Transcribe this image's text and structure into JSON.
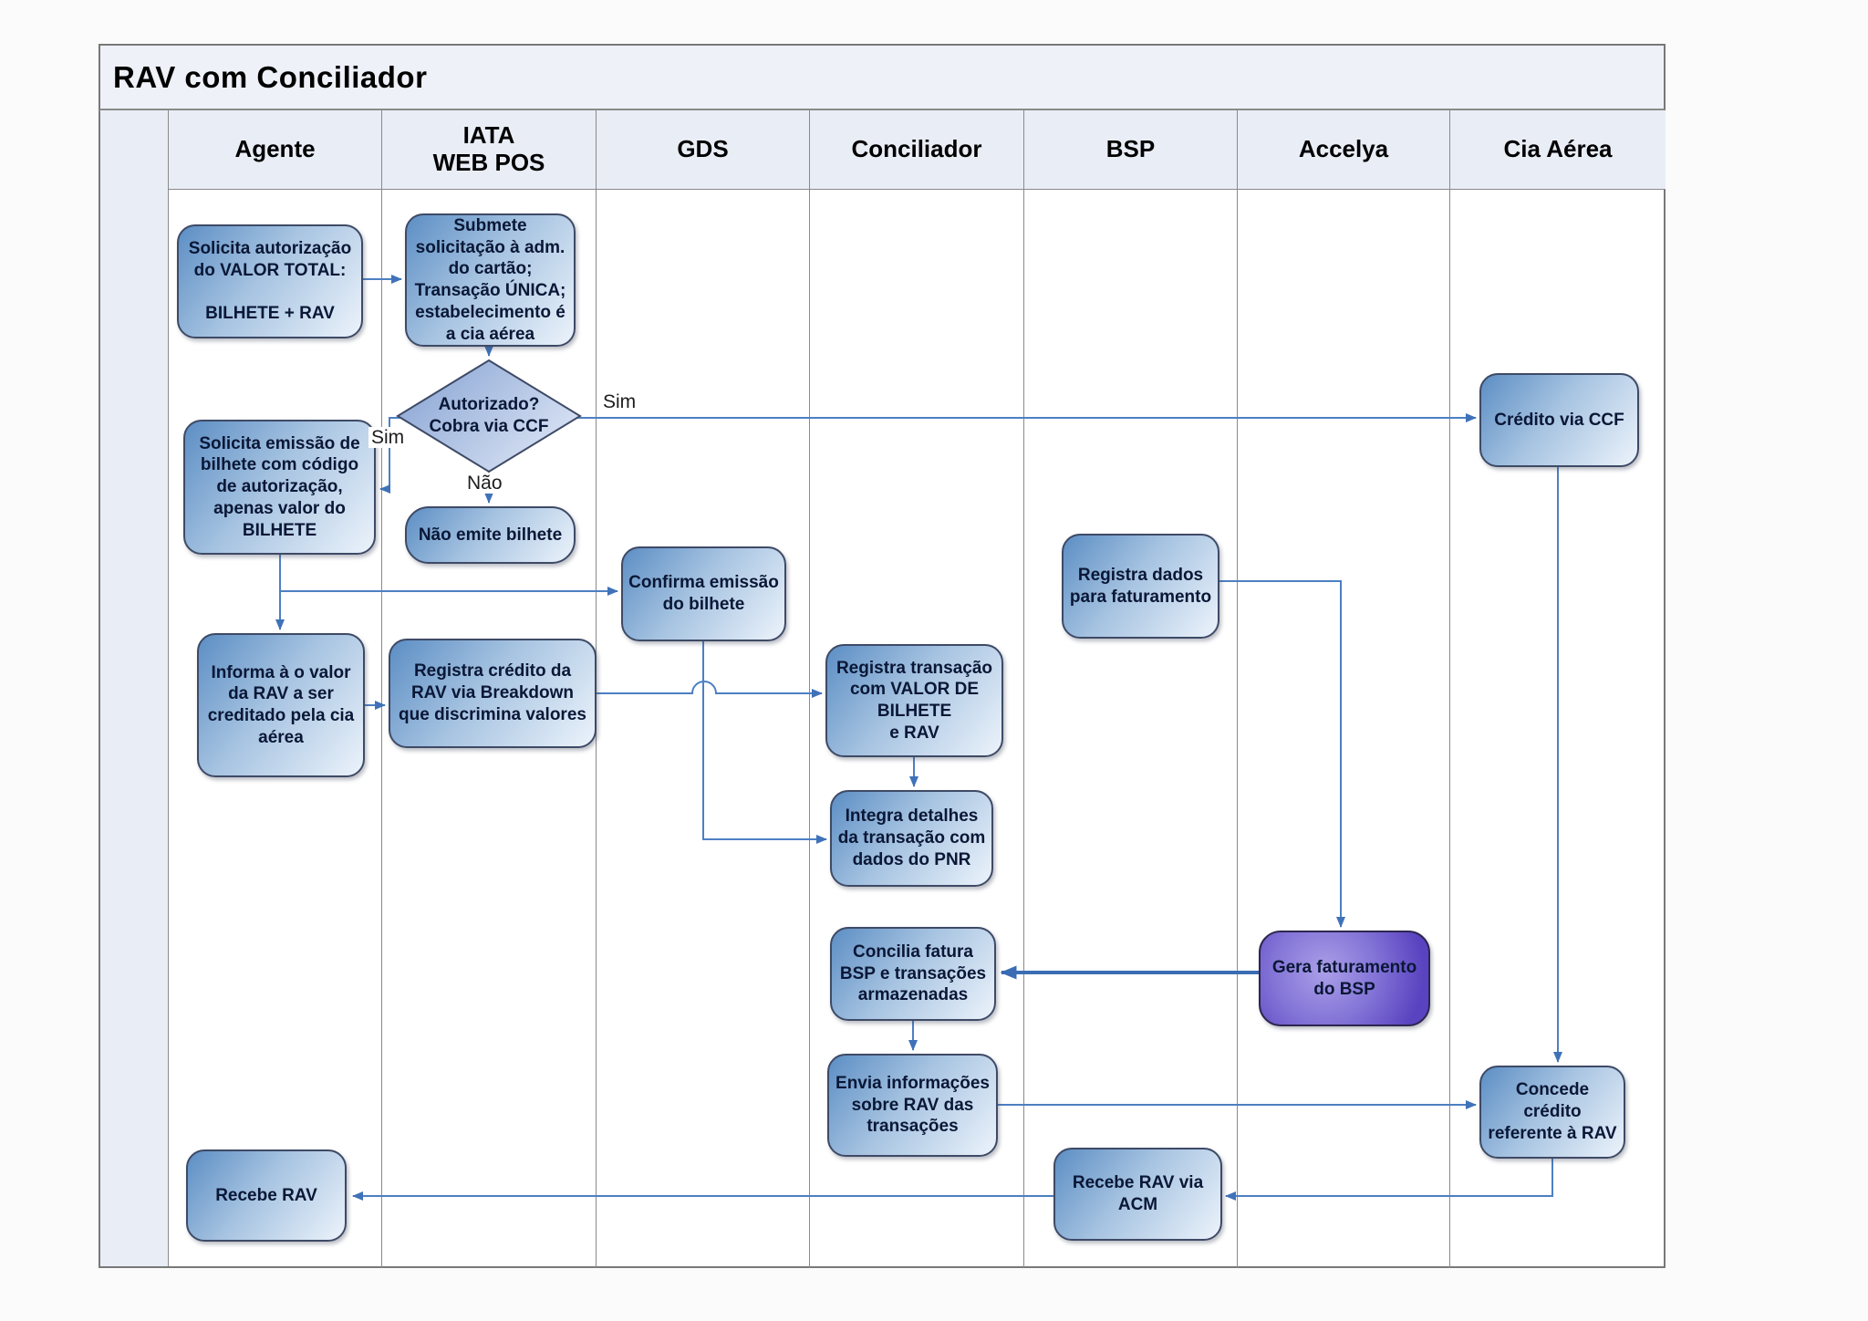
{
  "title": "RAV com Conciliador",
  "lanes": [
    {
      "label": "Agente"
    },
    {
      "label": "IATA\nWEB POS"
    },
    {
      "label": "GDS"
    },
    {
      "label": "Conciliador"
    },
    {
      "label": "BSP"
    },
    {
      "label": "Accelya"
    },
    {
      "label": "Cia Aérea"
    }
  ],
  "nodes": {
    "solicita_autorizacao": {
      "lane": "Agente",
      "type": "process",
      "label": "Solicita autorização\ndo VALOR TOTAL:\n\nBILHETE + RAV"
    },
    "submete_solicitacao": {
      "lane": "IATA WEB POS",
      "type": "process",
      "label": "Submete\nsolicitação à adm.\ndo cartão;\nTransação ÚNICA;\nestabelecimento é\na cia aérea"
    },
    "autorizado": {
      "lane": "IATA WEB POS",
      "type": "decision",
      "label": "Autorizado?\nCobra via CCF"
    },
    "nao_emite_bilhete": {
      "lane": "IATA WEB POS",
      "type": "process",
      "label": "Não emite bilhete"
    },
    "solicita_emissao": {
      "lane": "Agente",
      "type": "process",
      "label": "Solicita emissão de\nbilhete com código\nde autorização,\napenas valor do\nBILHETE"
    },
    "confirma_emissao": {
      "lane": "GDS",
      "type": "process",
      "label": "Confirma emissão\ndo bilhete"
    },
    "informa_valor_rav": {
      "lane": "Agente",
      "type": "process",
      "label": "Informa à o valor\nda RAV a ser\ncreditado pela cia\naérea"
    },
    "registra_credito_rav": {
      "lane": "IATA WEB POS",
      "type": "process",
      "label": "Registra crédito da\nRAV via Breakdown\nque discrimina valores"
    },
    "registra_transacao": {
      "lane": "Conciliador",
      "type": "process",
      "label": "Registra transação\ncom VALOR DE\nBILHETE\ne  RAV"
    },
    "integra_detalhes": {
      "lane": "Conciliador",
      "type": "process",
      "label": "Integra detalhes\nda transação com\ndados do PNR"
    },
    "registra_dados_faturamento": {
      "lane": "BSP",
      "type": "process",
      "label": "Registra dados\npara faturamento"
    },
    "gera_faturamento_bsp": {
      "lane": "Accelya",
      "type": "process",
      "label": "Gera faturamento\ndo BSP"
    },
    "concilia_fatura": {
      "lane": "Conciliador",
      "type": "process",
      "label": "Concilia fatura\nBSP e transações\narmazenadas"
    },
    "envia_informacoes": {
      "lane": "Conciliador",
      "type": "process",
      "label": "Envia informações\nsobre RAV das\ntransações"
    },
    "credito_via_ccf": {
      "lane": "Cia Aérea",
      "type": "process",
      "label": "Crédito via CCF"
    },
    "concede_credito_rav": {
      "lane": "Cia Aérea",
      "type": "process",
      "label": "Concede\ncrédito\nreferente à RAV"
    },
    "recebe_rav_acm": {
      "lane": "BSP",
      "type": "process",
      "label": "Recebe RAV via\nACM"
    },
    "recebe_rav": {
      "lane": "Agente",
      "type": "process",
      "label": "Recebe RAV"
    }
  },
  "edge_labels": {
    "sim_ccf": "Sim",
    "sim_emissao": "Sim",
    "nao": "Não"
  },
  "colors": {
    "header_bg": "#e9edf6",
    "box_gradient_dark": "#5c8ec4",
    "box_gradient_light": "#ecf3fb",
    "accelya_purple": "#5a43c0",
    "connector_blue": "#4d7fc3",
    "thick_connector_blue": "#3a6cb4",
    "frame_border_gray": "#787878"
  }
}
